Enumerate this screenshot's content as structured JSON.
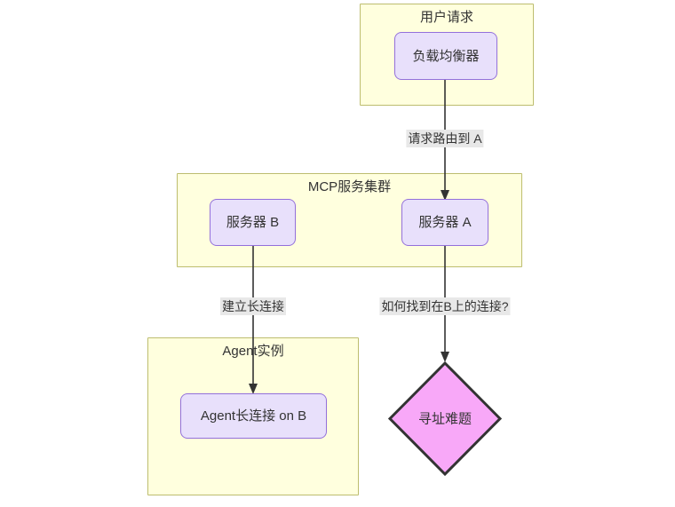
{
  "diagram": {
    "type": "flowchart",
    "direction": "top-down",
    "title": "",
    "theme": {
      "background": "#ffffff",
      "cluster_fill": "#ffffde",
      "cluster_stroke": "#bdbd6f",
      "node_fill": "#e8e0fb",
      "node_stroke": "#9370db",
      "decision_fill": "#f8a8f8",
      "decision_stroke": "#333333",
      "edge_stroke": "#333333",
      "edge_label_bg": "#e8e8e8",
      "text_color": "#333333"
    },
    "clusters": [
      {
        "id": "cluster-user-request",
        "label": "用户请求"
      },
      {
        "id": "cluster-mcp-service",
        "label": "MCP服务集群"
      },
      {
        "id": "cluster-agent-instance",
        "label": "Agent实例"
      }
    ],
    "nodes": [
      {
        "id": "load-balancer",
        "label": "负载均衡器",
        "shape": "rounded-rect",
        "cluster": "cluster-user-request"
      },
      {
        "id": "server-b",
        "label": "服务器 B",
        "shape": "rounded-rect",
        "cluster": "cluster-mcp-service"
      },
      {
        "id": "server-a",
        "label": "服务器 A",
        "shape": "rounded-rect",
        "cluster": "cluster-mcp-service"
      },
      {
        "id": "agent-long-connection",
        "label": "Agent长连接 on B",
        "shape": "rounded-rect",
        "cluster": "cluster-agent-instance"
      },
      {
        "id": "addressing-problem",
        "label": "寻址难题",
        "shape": "diamond",
        "cluster": null
      }
    ],
    "edges": [
      {
        "id": "edge-lb-to-server-a",
        "from": "load-balancer",
        "to": "server-a",
        "label": "请求路由到 A"
      },
      {
        "id": "edge-server-b-to-agent",
        "from": "server-b",
        "to": "agent-long-connection",
        "label": "建立长连接"
      },
      {
        "id": "edge-server-a-to-problem",
        "from": "server-a",
        "to": "addressing-problem",
        "label": "如何找到在B上的连接?"
      }
    ]
  }
}
